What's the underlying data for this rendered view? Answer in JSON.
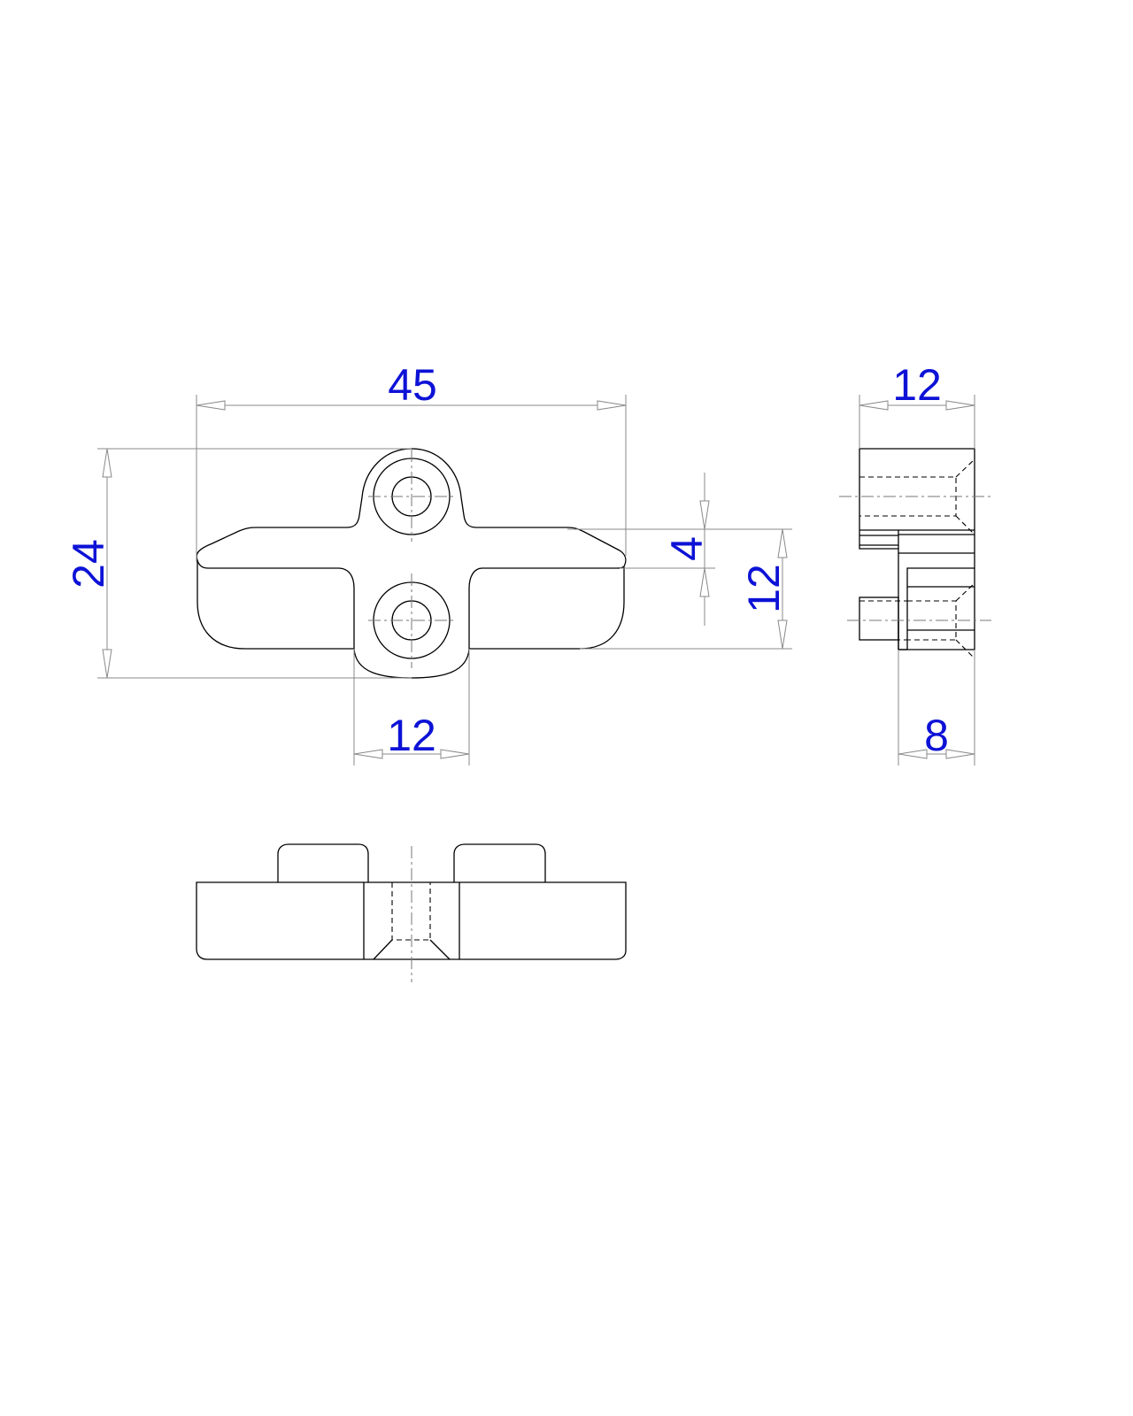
{
  "drawing": {
    "type": "orthographic technical drawing",
    "views": [
      "front view",
      "side view",
      "bottom view"
    ],
    "colors": {
      "line": "#000000",
      "dimension_line": "#8a8a8a",
      "dimension_text": "#0d12d6",
      "background": "#ffffff"
    }
  },
  "dimensions": {
    "overall_width": "45",
    "overall_height": "24",
    "hole_spacing_width": "12",
    "slot_depth": "4",
    "body_height": "12",
    "side_total_width": "12",
    "side_base_width": "8"
  }
}
